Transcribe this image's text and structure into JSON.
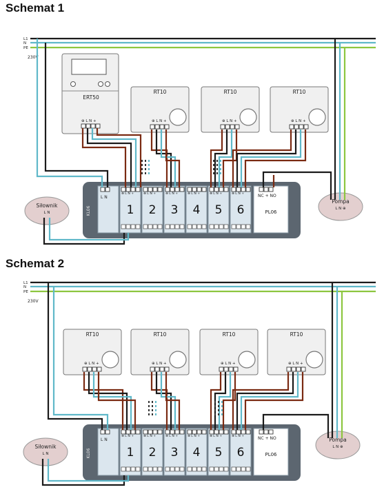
{
  "schemat1": {
    "title": "Schemat 1",
    "lines": {
      "l1": "L1",
      "n": "N",
      "pe": "PE"
    },
    "voltage": "230V",
    "master": {
      "name": "ERT50",
      "term": "⊕ L N +"
    },
    "thermostats": [
      {
        "name": "RT10",
        "term": "⊕ L N +"
      },
      {
        "name": "RT10",
        "term": "⊕ L N +"
      },
      {
        "name": "RT10",
        "term": "⊕ L N +"
      }
    ],
    "actuator": {
      "name": "Siłownik",
      "term": "L  N"
    },
    "pump": {
      "name": "Pompa",
      "term": "L N ⊕"
    },
    "strip": {
      "model": "KL06",
      "power_term": "L  N",
      "zone_term": "⊕ L N +",
      "zones": [
        "1",
        "2",
        "3",
        "4",
        "5",
        "6"
      ],
      "relay": {
        "name": "PL06",
        "term": "NC  +  NO"
      }
    }
  },
  "schemat2": {
    "title": "Schemat 2",
    "lines": {
      "l1": "L1",
      "n": "N",
      "pe": "PE"
    },
    "voltage": "230V",
    "thermostats": [
      {
        "name": "RT10",
        "term": "⊕ L N +"
      },
      {
        "name": "RT10",
        "term": "⊕ L N +"
      },
      {
        "name": "RT10",
        "term": "⊕ L N +"
      },
      {
        "name": "RT10",
        "term": "⊕ L N +"
      }
    ],
    "actuator": {
      "name": "Siłownik",
      "term": "L  N"
    },
    "pump": {
      "name": "Pompa",
      "term": "L N ⊕"
    },
    "strip": {
      "model": "KL06",
      "power_term": "L  N",
      "zone_term": "⊕ L N +",
      "zones": [
        "1",
        "2",
        "3",
        "4",
        "5",
        "6"
      ],
      "relay": {
        "name": "PL06",
        "term": "NC  +  NO"
      }
    }
  },
  "colors": {
    "live": "#1a1a1a",
    "neutral": "#5fb8c9",
    "earth": "#8cc63f",
    "signal": "#7a2a12",
    "device_fill": "#f0f0f0",
    "strip_fill": "#5c6670",
    "module_fill": "#dbe6ee",
    "oval_fill": "#e3cfcf"
  }
}
